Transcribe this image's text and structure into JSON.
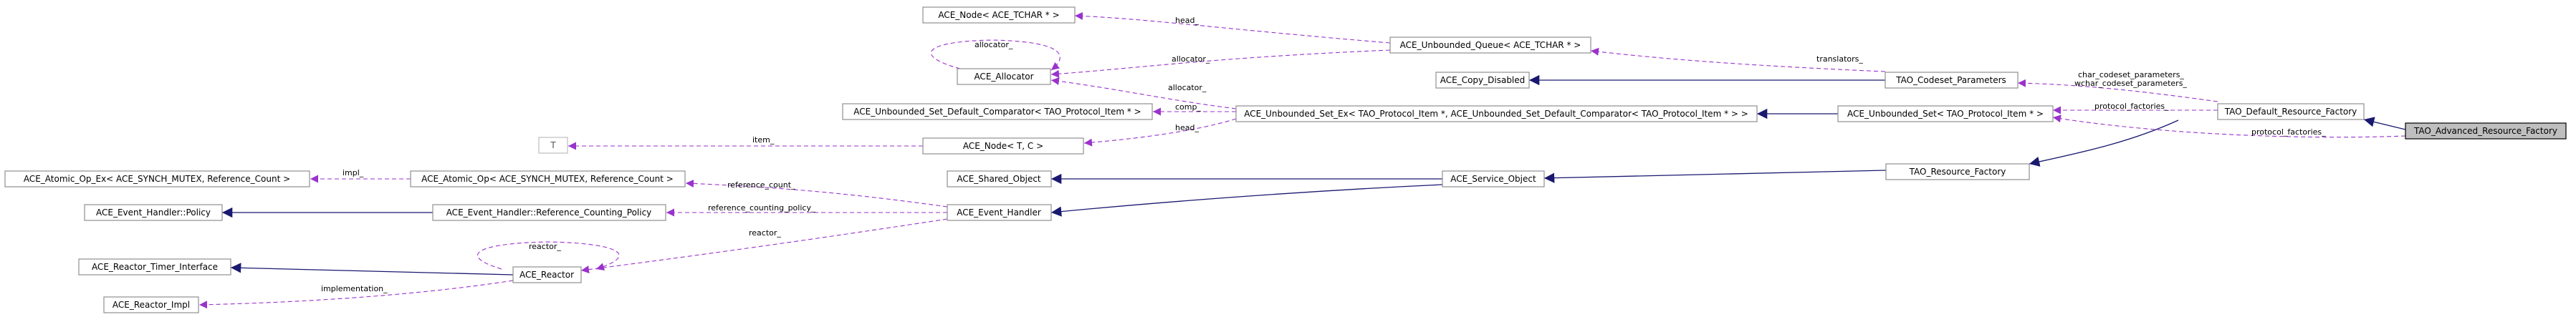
{
  "diagram": {
    "nodes": {
      "node_tchar": "ACE_Node< ACE_TCHAR * >",
      "allocator": "ACE_Allocator",
      "unbounded_queue": "ACE_Unbounded_Queue< ACE_TCHAR * >",
      "copy_disabled": "ACE_Copy_Disabled",
      "codeset_params": "TAO_Codeset_Parameters",
      "set_default_comparator": "ACE_Unbounded_Set_Default_Comparator< TAO_Protocol_Item * >",
      "set_ex": "ACE_Unbounded_Set_Ex< TAO_Protocol_Item *, ACE_Unbounded_Set_Default_Comparator< TAO_Protocol_Item * > >",
      "unbounded_set": "ACE_Unbounded_Set< TAO_Protocol_Item * >",
      "default_resource_factory": "TAO_Default_Resource_Factory",
      "advanced_resource_factory": "TAO_Advanced_Resource_Factory",
      "t_param": "T",
      "node_t_c": "ACE_Node< T, C >",
      "shared_object": "ACE_Shared_Object",
      "resource_factory": "TAO_Resource_Factory",
      "atomic_op_ex": "ACE_Atomic_Op_Ex< ACE_SYNCH_MUTEX, Reference_Count >",
      "atomic_op": "ACE_Atomic_Op< ACE_SYNCH_MUTEX, Reference_Count >",
      "service_object": "ACE_Service_Object",
      "event_handler_policy": "ACE_Event_Handler::Policy",
      "reference_counting_policy": "ACE_Event_Handler::Reference_Counting_Policy",
      "event_handler": "ACE_Event_Handler",
      "timer_interface": "ACE_Reactor_Timer_Interface",
      "reactor": "ACE_Reactor",
      "reactor_impl": "ACE_Reactor_Impl"
    },
    "edge_labels": {
      "head_queue": "head_",
      "allocator_self": "allocator_",
      "allocator_queue": "allocator_",
      "translators": "translators_",
      "allocator_set": "allocator_",
      "comp": "comp_",
      "head_set": "head_",
      "item": "item_",
      "char_codeset": "char_codeset_parameters_",
      "wchar_codeset": "wchar_codeset_parameters_",
      "protocol_factories_1": "protocol_factories_",
      "protocol_factories_2": "protocol_factories_",
      "impl": "impl_",
      "reference_count": "reference_count_",
      "reference_counting_policy": "reference_counting_policy_",
      "reactor_eh": "reactor_",
      "reactor_self": "reactor_",
      "implementation": "implementation_"
    },
    "colors": {
      "inheritance": "#191970",
      "usage": "#9a32cd",
      "focus_fill": "#bfbfbf",
      "node_border": "#8f8f8f"
    }
  }
}
